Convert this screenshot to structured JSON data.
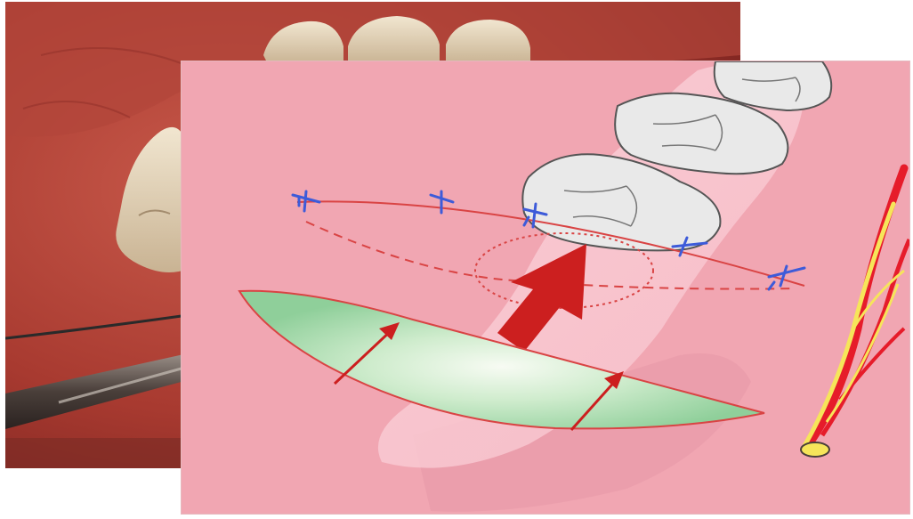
{
  "figure": {
    "photo_layer": {
      "subject": "intraoral-photo",
      "tissue_color": "#b84a3c"
    },
    "illustration_layer": {
      "background_color": "#f2a9b4",
      "graft_color": "#b9e3bd",
      "arrow_color": "#cc1f1f",
      "suture_color": "#3d5bd9",
      "incision_color": "#d94444",
      "nerve_colors": [
        "#e61c2a",
        "#f6e55a"
      ],
      "suture_count": 5,
      "tooth_count": 3
    }
  }
}
